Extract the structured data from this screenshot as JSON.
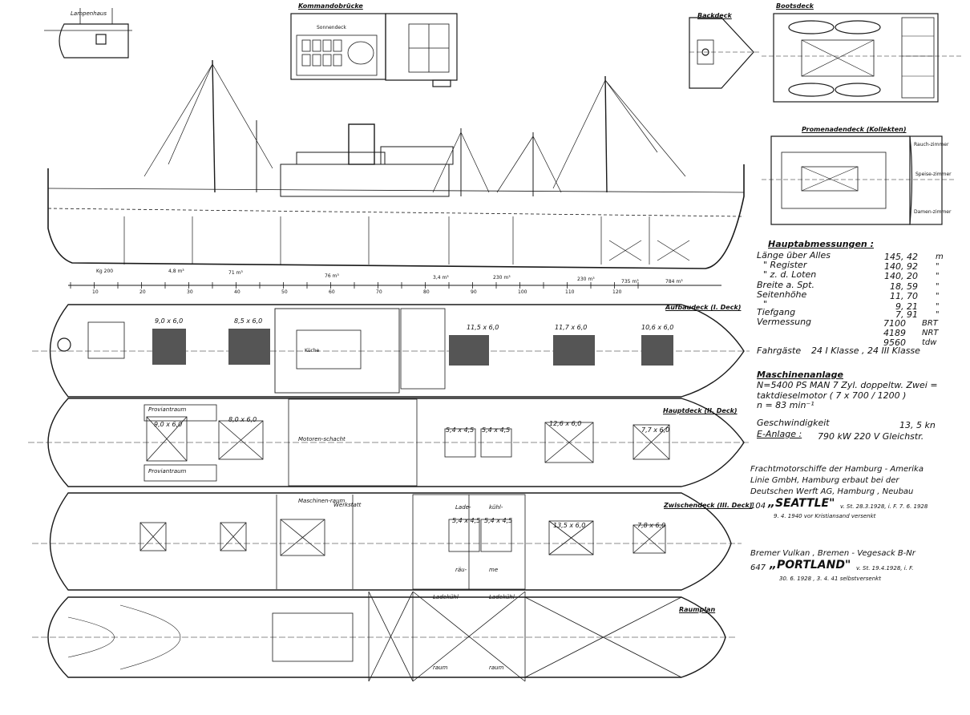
{
  "views": {
    "top_left": "Lampenhaus",
    "bridge": "Kommandobrücke",
    "bridge_inner": "Sonnendeck",
    "poop": "Bootsdeck",
    "forecastle": "Backdeck",
    "promenade": "Promenadendeck (Kollekten)",
    "upper_deck": "Aufbaudeck (I. Deck)",
    "main_deck": "Hauptdeck (II. Deck)",
    "tween_deck": "Zwischendeck (III. Deck)",
    "hold_plan": "Raumplan"
  },
  "room_labels": {
    "proviant_1": "Proviantraum",
    "proviant_2": "Proviantraum",
    "maschinen": "Maschinen-raum",
    "werkstatt": "Werkstatt",
    "motoren": "Motoren-schacht",
    "lade": "Lade-",
    "kuehl": "kühl-",
    "raum": "räu-",
    "raum2": "me",
    "ladekuehl_1": "Ladekühl",
    "ladekuehl_2": "Ladekühl",
    "raum_a": "raum",
    "raum_b": "raum",
    "speise": "Speise-zimmer",
    "damen": "Damen-zimmer",
    "rauch": "Rauch-zimmer",
    "kueche": "Küche"
  },
  "hatch_dims": {
    "ud_1": "9,0 x 6,0",
    "ud_2": "8,5 x 6,0",
    "ud_3": "11,5 x 6,0",
    "ud_4": "11,7 x 6,0",
    "ud_5": "10,6 x 6,0",
    "md_1": "8,0 x 6,0",
    "md_2": "9,0 x 6,0",
    "md_3": "5,4 x 4,5",
    "md_4": "5,4 x 4,5",
    "md_5": "12,6 x 6,0",
    "md_6": "7,7 x 6,0",
    "td_1": "5,4 x 4,5",
    "td_2": "5,4 x 4,5",
    "td_3": "13,5 x 6,0",
    "td_4": "7,8 x 6,0"
  },
  "scale_ticks": [
    "10",
    "20",
    "30",
    "40",
    "50",
    "60",
    "70",
    "80",
    "90",
    "100",
    "110",
    "120"
  ],
  "capacities": [
    "Kg 200",
    "4,8 m³",
    "71 m³",
    "76 m³",
    "230 m³",
    "230 m³",
    "735 m³",
    "784 m³",
    "3,4 m³"
  ],
  "main_dimensions": {
    "heading": "Hauptabmessungen :",
    "rows": [
      {
        "label": "Länge über Alles",
        "value": "145, 42",
        "unit": "m"
      },
      {
        "label": "\"    Register",
        "value": "140, 92",
        "unit": "\""
      },
      {
        "label": "\"    z. d. Loten",
        "value": "140, 20",
        "unit": "\""
      },
      {
        "label": "Breite a. Spt.",
        "value": "18, 59",
        "unit": "\""
      },
      {
        "label": "Seitenhöhe",
        "value": "11, 70",
        "unit": "\""
      },
      {
        "label": "\"",
        "value": "9, 21",
        "unit": "\""
      },
      {
        "label": "Tiefgang",
        "value": "7, 91",
        "unit": "\""
      }
    ],
    "vermessung_label": "Vermessung",
    "vermessung": [
      {
        "value": "7100",
        "unit": "BRT"
      },
      {
        "value": "4189",
        "unit": "NRT"
      },
      {
        "value": "9560",
        "unit": "tdw"
      }
    ],
    "passengers_label": "Fahrgäste",
    "passengers": "24  I Klasse ,  24  III Klasse"
  },
  "machinery": {
    "heading": "Maschinenanlage",
    "line1": "N=5400 PS  MAN  7 Zyl. doppeltw. Zwei =",
    "line2": "taktdieselmotor   ( 7 x 700 / 1200 )",
    "line3": "n = 83 min⁻¹",
    "speed_label": "Geschwindigkeit",
    "speed_value": "13, 5  kn",
    "electric_label": "E-Anlage :",
    "electric_value": "790  kW   220  V Gleichstr."
  },
  "description": {
    "line1": "Frachtmotorschiffe der Hamburg - Amerika",
    "line2": "Linie GmbH, Hamburg   erbaut bei der",
    "line3": "Deutschen Werft AG, Hamburg , Neubau",
    "seattle_no": "104",
    "seattle_name": "„SEATTLE\"",
    "seattle_dates": "v. St. 28.3.1928, i. F. 7. 6. 1928",
    "seattle_fate": "9. 4. 1940  vor Kristiansand  versenkt",
    "builder": "Bremer Vulkan , Bremen - Vegesack  B-Nr",
    "portland_no": "647",
    "portland_name": "„PORTLAND\"",
    "portland_dates": "v. St. 19.4.1928, i. F.",
    "portland_fate": "30. 6. 1928 ,  3. 4. 41  selbstversenkt"
  }
}
